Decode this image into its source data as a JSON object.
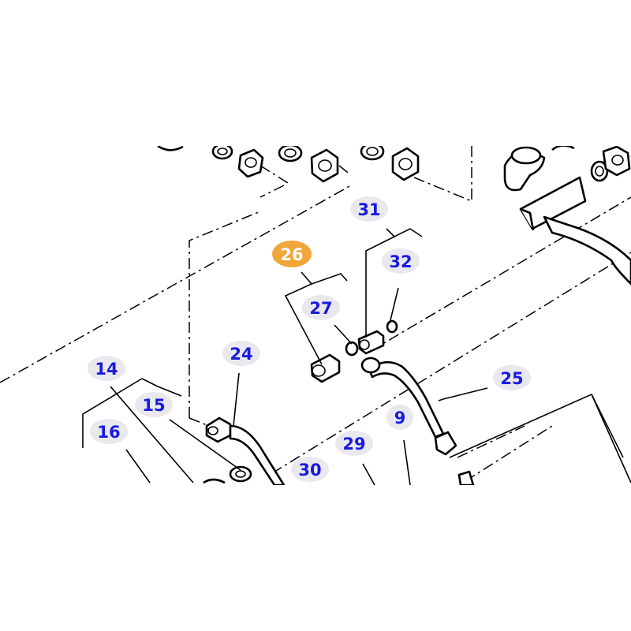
{
  "diagram": {
    "highlight_color": "#f0a63a",
    "label_color": "#1a1ae0",
    "bubble_color": "#e8e8ee",
    "callouts": [
      {
        "id": "26",
        "label": "26",
        "highlighted": true
      },
      {
        "id": "31",
        "label": "31",
        "highlighted": false
      },
      {
        "id": "32",
        "label": "32",
        "highlighted": false
      },
      {
        "id": "27",
        "label": "27",
        "highlighted": false
      },
      {
        "id": "24",
        "label": "24",
        "highlighted": false
      },
      {
        "id": "14",
        "label": "14",
        "highlighted": false
      },
      {
        "id": "15",
        "label": "15",
        "highlighted": false
      },
      {
        "id": "16",
        "label": "16",
        "highlighted": false
      },
      {
        "id": "25",
        "label": "25",
        "highlighted": false
      },
      {
        "id": "9",
        "label": "9",
        "highlighted": false
      },
      {
        "id": "29",
        "label": "29",
        "highlighted": false
      },
      {
        "id": "30",
        "label": "30",
        "highlighted": false
      }
    ]
  }
}
